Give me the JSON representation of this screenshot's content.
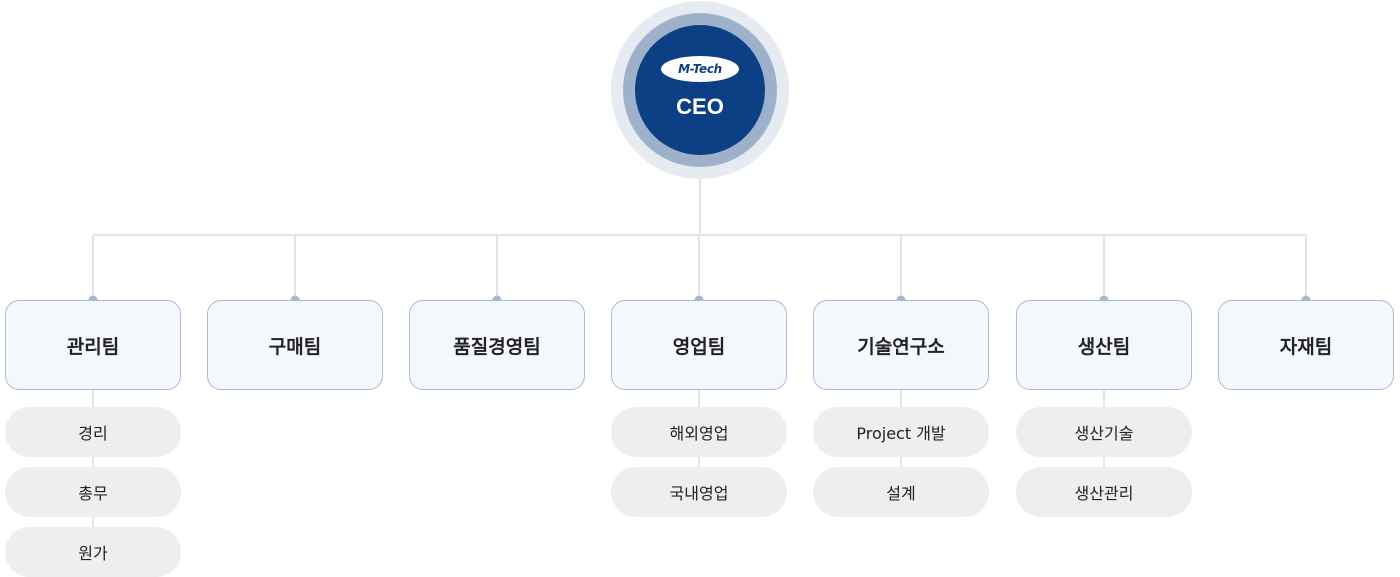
{
  "ceo": {
    "logo_text": "M-Tech",
    "label": "CEO"
  },
  "teams": [
    {
      "name": "관리팀",
      "subs": [
        "경리",
        "총무",
        "원가"
      ]
    },
    {
      "name": "구매팀",
      "subs": []
    },
    {
      "name": "품질경영팀",
      "subs": []
    },
    {
      "name": "영업팀",
      "subs": [
        "해외영업",
        "국내영업"
      ]
    },
    {
      "name": "기술연구소",
      "subs": [
        "Project 개발",
        "설계"
      ]
    },
    {
      "name": "생산팀",
      "subs": [
        "생산기술",
        "생산관리"
      ]
    },
    {
      "name": "자재팀",
      "subs": []
    }
  ],
  "colors": {
    "ceo_core": "#0d3f85",
    "ceo_ring": "#9eb1ca",
    "team_border": "#a9bcd3",
    "team_fill": "#f4f8fc",
    "sub_fill": "#eeeeee",
    "connector": "#e0e4ea"
  }
}
